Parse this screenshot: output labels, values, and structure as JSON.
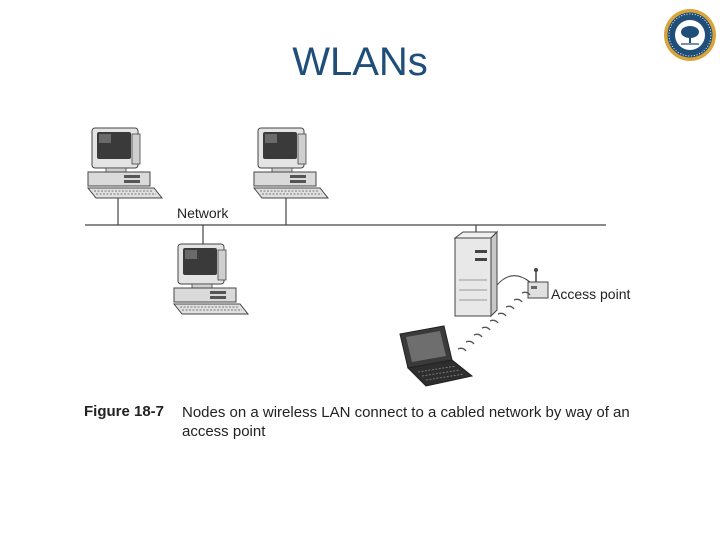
{
  "slide": {
    "title": "WLANs"
  },
  "diagram": {
    "network_label": "Network",
    "access_point_label": "Access point"
  },
  "caption": {
    "figure_number": "Figure 18-7",
    "text": "Nodes on a wireless LAN connect to a cabled network by way of an access point"
  },
  "icons": {
    "seal": "university-seal-icon",
    "workstation": "desktop-computer-icon",
    "server": "server-tower-icon",
    "access_point": "wireless-access-point-icon",
    "laptop": "laptop-icon",
    "signal": "wireless-signal-icon"
  }
}
